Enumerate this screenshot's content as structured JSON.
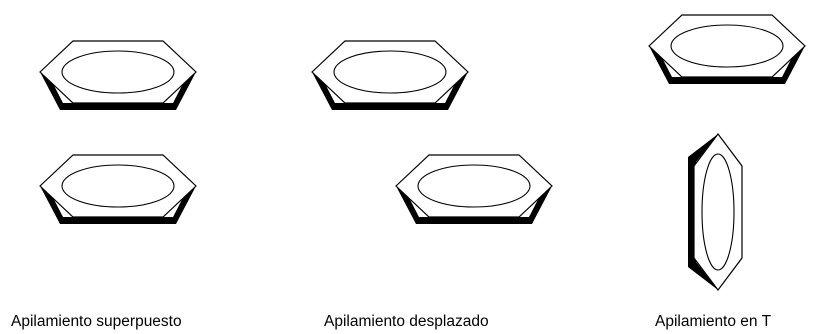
{
  "captions": {
    "sandwich": "Apilamiento superpuesto",
    "parallel_displaced": "Apilamiento desplazado",
    "t_shaped": "Apilamiento en T"
  }
}
